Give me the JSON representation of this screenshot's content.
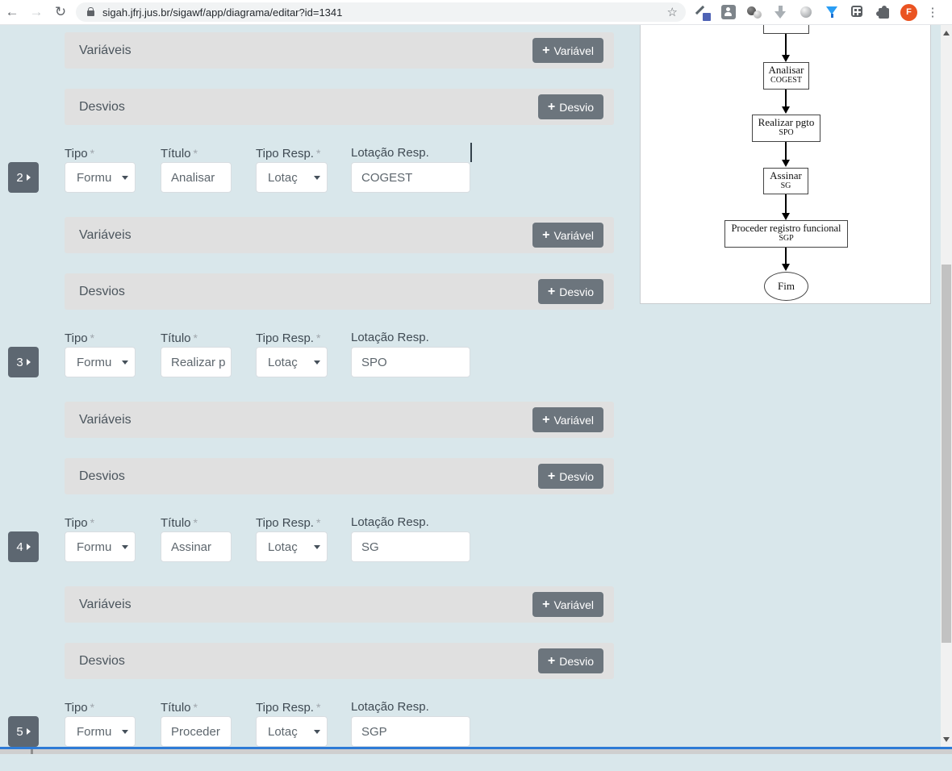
{
  "browser": {
    "url": "sigah.jfrj.jus.br/sigawf/app/diagrama/editar?id=1341",
    "profile_initial": "F",
    "icons": {
      "back_glyph": "←",
      "forward_glyph": "→",
      "reload_glyph": "↻",
      "star_glyph": "☆",
      "menu_glyph": "⋮"
    }
  },
  "page": {
    "labels": {
      "variaveis": "Variáveis",
      "desvios": "Desvios",
      "tipo": "Tipo",
      "titulo": "Título",
      "tipo_resp": "Tipo Resp.",
      "lotacao_resp": "Lotação Resp.",
      "required_mark": "*"
    },
    "buttons": {
      "plus": "+",
      "add_variavel": "Variável",
      "add_desvio": "Desvio"
    },
    "sections": [
      {
        "badge": "2",
        "tipo": "Formu",
        "titulo": "Analisar",
        "tipo_resp": "Lotaç",
        "lotacao_resp": "COGEST"
      },
      {
        "badge": "3",
        "tipo": "Formu",
        "titulo": "Realizar p",
        "tipo_resp": "Lotaç",
        "lotacao_resp": "SPO"
      },
      {
        "badge": "4",
        "tipo": "Formu",
        "titulo": "Assinar",
        "tipo_resp": "Lotaç",
        "lotacao_resp": "SG"
      },
      {
        "badge": "5",
        "tipo": "Formu",
        "titulo": "Proceder",
        "tipo_resp": "Lotaç",
        "lotacao_resp": "SGP"
      }
    ]
  },
  "flowchart": {
    "nodes": [
      {
        "title": "",
        "subtitle": ""
      },
      {
        "title": "Analisar",
        "subtitle": "COGEST"
      },
      {
        "title": "Realizar pgto",
        "subtitle": "SPO"
      },
      {
        "title": "Assinar",
        "subtitle": "SG"
      },
      {
        "title": "Proceder registro funcional",
        "subtitle": "SGP"
      },
      {
        "title": "Fim",
        "subtitle": ""
      }
    ]
  },
  "colors": {
    "page_background": "#d9e7eb",
    "bar_background": "#e0e0e0",
    "button_gray": "#6c757d",
    "badge_gray": "#5d6771",
    "accent_bottom_line": "#2e7bd6",
    "avatar_orange": "#ea5321",
    "funnel_blue": "#2a9df4"
  }
}
